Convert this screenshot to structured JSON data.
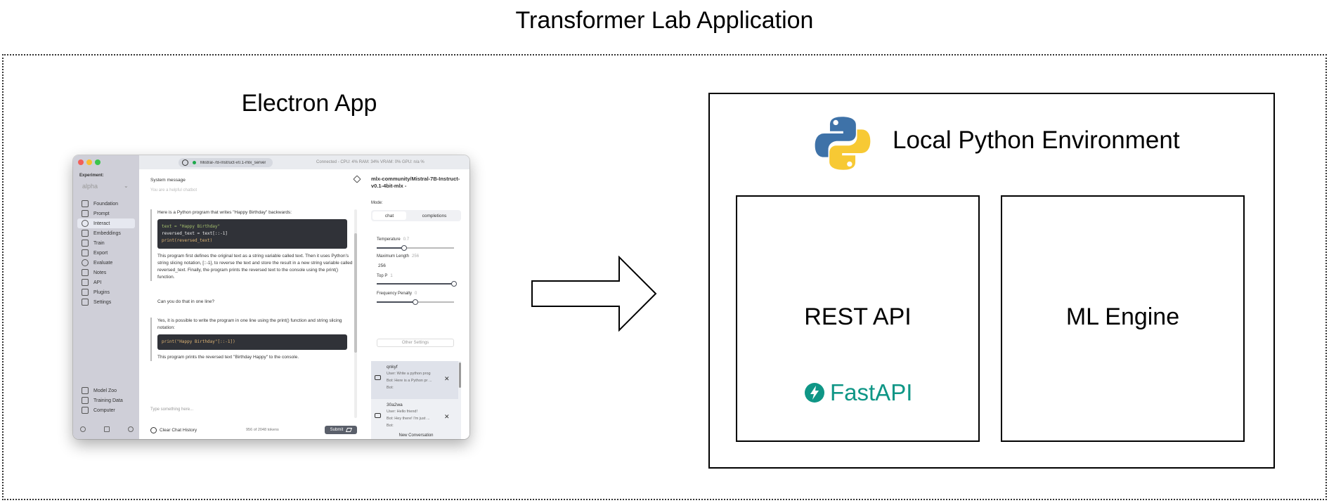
{
  "title": "Transformer Lab Application",
  "electron": {
    "title": "Electron App",
    "sidebar": {
      "experiment_label": "Experiment:",
      "experiment_name": "alpha",
      "items": [
        {
          "label": "Foundation",
          "icon": "layers-icon"
        },
        {
          "label": "Prompt",
          "icon": "document-icon"
        },
        {
          "label": "Interact",
          "icon": "chat-bubble-icon"
        },
        {
          "label": "Embeddings",
          "icon": "file-icon"
        },
        {
          "label": "Train",
          "icon": "graduation-cap-icon"
        },
        {
          "label": "Export",
          "icon": "export-arrow-icon"
        },
        {
          "label": "Evaluate",
          "icon": "question-circle-icon"
        },
        {
          "label": "Notes",
          "icon": "flask-icon"
        },
        {
          "label": "API",
          "icon": "code-brackets-icon"
        },
        {
          "label": "Plugins",
          "icon": "plug-icon"
        },
        {
          "label": "Settings",
          "icon": "sliders-icon"
        }
      ],
      "bottom_items": [
        {
          "label": "Model Zoo",
          "icon": "boxes-icon"
        },
        {
          "label": "Training Data",
          "icon": "document-icon"
        },
        {
          "label": "Computer",
          "icon": "monitor-icon"
        }
      ]
    },
    "topbar": {
      "model": "Mistral-7B-Instruct-v0.1-mlx_server",
      "status": "Connected - CPU: 4% RAM: 34% VRAM: 0% GPU: n/a %"
    },
    "chat": {
      "system_label": "System message",
      "system_placeholder": "You are a helpful chatbot",
      "intro": "Here is a Python program that writes \"Happy Birthday\" backwards:",
      "code1": [
        "text = \"Happy Birthday\"",
        "reversed_text = text[::-1]",
        "print(reversed_text)"
      ],
      "explain": "This program first defines the original text as a string variable called text. Then it uses Python's string slicing notation, [::-1], to reverse the text and store the result in a new string variable called reversed_text. Finally, the program prints the reversed text to the console using the print() function.",
      "user_q": "Can you do that in one line?",
      "answer": "Yes, it is possible to write the program in one line using the print() function and string slicing notation:",
      "code2": "print(\"Happy Birthday\"[::-1])",
      "answer_end": "This program prints the reversed text \"Birthday Happy\" to the console.",
      "input_placeholder": "Type something here...",
      "clear_label": "Clear Chat History",
      "tokens": "956 of 2048 tokens",
      "submit_label": "Submit"
    },
    "settings": {
      "model_name": "mlx-community/Mistral-7B-Instruct-v0.1-4bit-mlx -",
      "mode_label": "Mode:",
      "mode_chat": "chat",
      "mode_completions": "completions",
      "temperature_label": "Temperature",
      "temperature_value": "0.7",
      "temperature_fraction": 0.35,
      "maxlen_label": "Maximum Length",
      "maxlen_hint": "256",
      "maxlen_value": "256",
      "topp_label": "Top P",
      "topp_value": "1",
      "topp_fraction": 1.0,
      "freq_label": "Frequency Penalty",
      "freq_value": "0",
      "freq_fraction": 0.5,
      "other_settings": "Other Settings",
      "new_conversation": "New Conversation"
    },
    "conversations": [
      {
        "id": "qnkyf",
        "user": "User:  Write a python prog",
        "bot": "Bot:  Here is a Python pr ...",
        "bot2": "Bot:"
      },
      {
        "id": "30a2wa",
        "user": "User:  Hello friend!",
        "bot": "Bot:  Hey there! I'm just ...",
        "bot2": "Bot:"
      }
    ]
  },
  "python_env": {
    "label": "Local Python Environment",
    "rest_api": "REST API",
    "fastapi": "FastAPI",
    "ml_engine": "ML Engine"
  },
  "colors": {
    "fastapi_teal": "#0f9686",
    "python_blue": "#3e72a8",
    "python_yellow": "#f7c934"
  }
}
